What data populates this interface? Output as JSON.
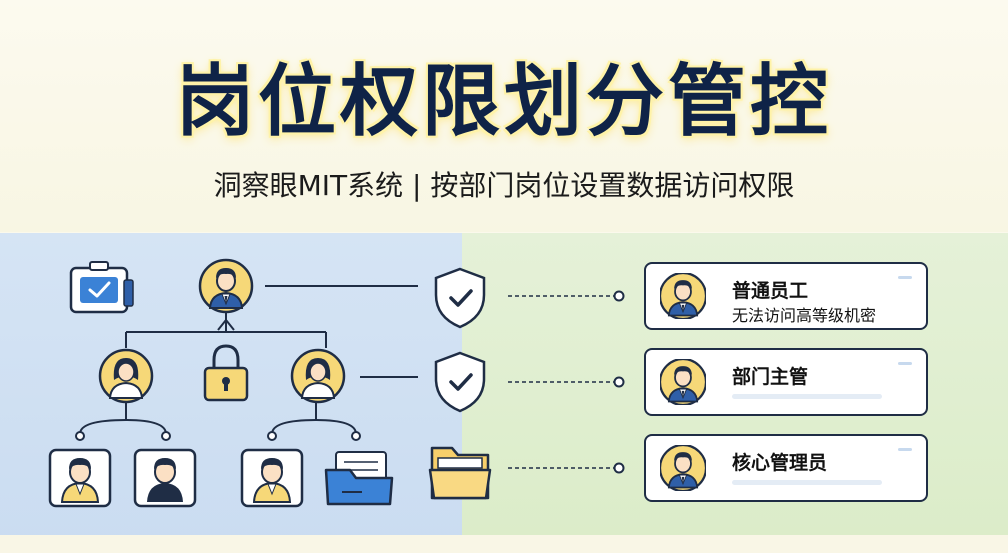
{
  "header": {
    "title": "岗位权限划分管控",
    "subtitle": "洞察眼MIT系统 | 按部门岗位设置数据访问权限"
  },
  "roles": [
    {
      "title": "普通员工",
      "desc": "无法访问高等级机密"
    },
    {
      "title": "部门主管",
      "desc": ""
    },
    {
      "title": "核心管理员",
      "desc": ""
    }
  ],
  "colors": {
    "navy": "#1f2d45",
    "avatar_yellow": "#f6d878",
    "suit_blue": "#2f5fa8",
    "check_blue": "#3b82d6",
    "folder_yellow": "#f7cf6b"
  },
  "icons": [
    "id-card-icon",
    "person-icon",
    "padlock-icon",
    "shield-check-icon",
    "folder-icon",
    "folder-documents-icon"
  ]
}
